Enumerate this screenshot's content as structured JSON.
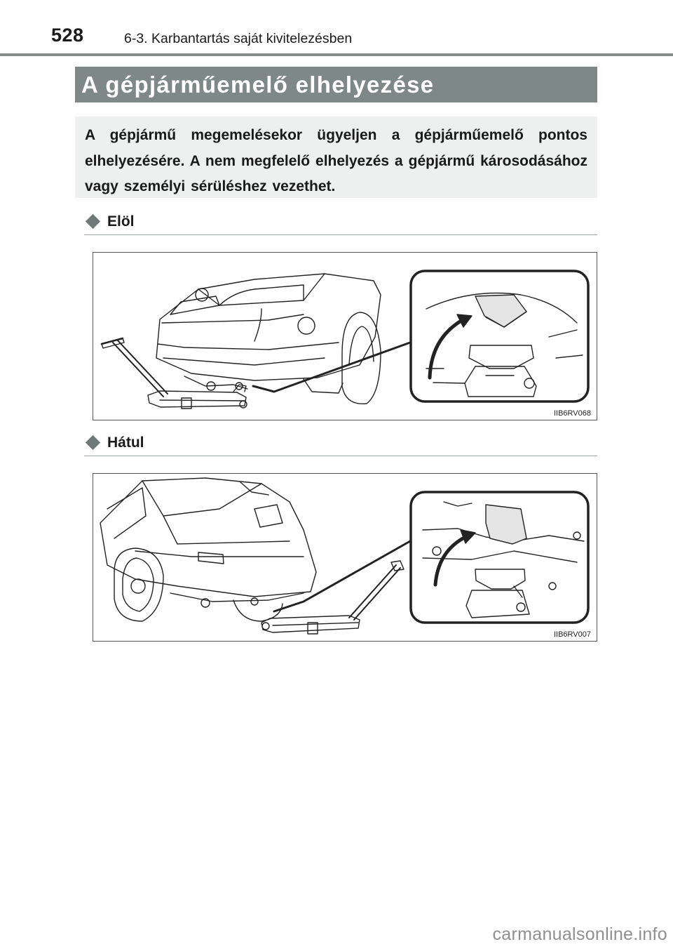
{
  "header": {
    "page_number": "528",
    "section": "6-3. Karbantartás saját kivitelezésben"
  },
  "title": "A gépjárműemelő elhelyezése",
  "intro": "A gépjármű megemelésekor ügyeljen a gépjárműemelő pontos elhelyezésére. A nem megfelelő elhelyezés a gépjármű károso­dásához vagy személyi sérüléshez vezethet.",
  "sections": [
    {
      "label": "Elöl",
      "figure_code": "IIB6RV068"
    },
    {
      "label": "Hátul",
      "figure_code": "IIB6RV007"
    }
  ],
  "watermark": "carmanualsonline.info"
}
